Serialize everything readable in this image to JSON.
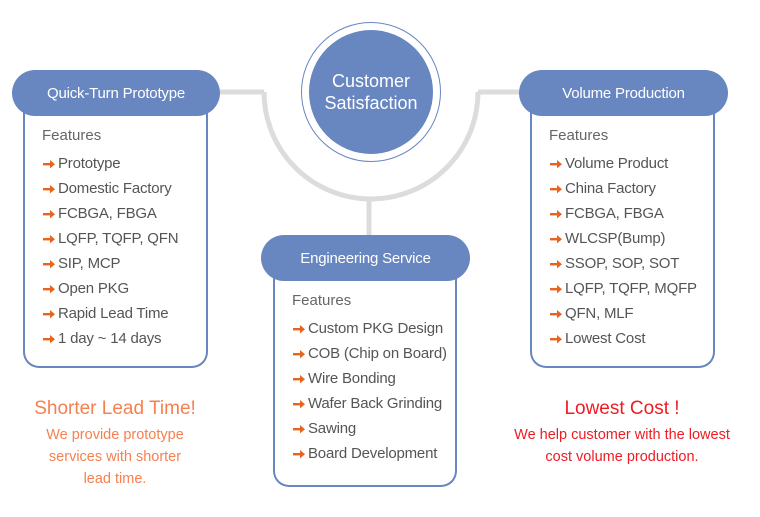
{
  "colors": {
    "accent": "#6886c0",
    "connector": "#dcdcdc",
    "arrow": "#e8641e",
    "feature_text": "#555555",
    "heading_text": "#666666",
    "shorter_lead_time": "#f6804f",
    "lowest_cost": "#ee1c24"
  },
  "center": {
    "line1": "Customer",
    "line2": "Satisfaction"
  },
  "quick_turn": {
    "title": "Quick-Turn Prototype",
    "features_heading": "Features",
    "items": [
      "Prototype",
      "Domestic Factory",
      "FCBGA, FBGA",
      "LQFP, TQFP, QFN",
      "SIP, MCP",
      "Open PKG",
      "Rapid Lead Time",
      "1 day ~ 14 days"
    ],
    "tagline_title": "Shorter Lead Time!",
    "tagline_lines": [
      "We provide prototype",
      "services with shorter",
      "lead time."
    ]
  },
  "engineering": {
    "title": "Engineering Service",
    "features_heading": "Features",
    "items": [
      "Custom PKG Design",
      "COB (Chip on Board)",
      "Wire Bonding",
      "Wafer Back Grinding",
      "Sawing",
      "Board Development"
    ]
  },
  "volume": {
    "title": "Volume Production",
    "features_heading": "Features",
    "items": [
      "Volume Product",
      "China Factory",
      "FCBGA, FBGA",
      "WLCSP(Bump)",
      "SSOP, SOP, SOT",
      "LQFP, TQFP, MQFP",
      "QFN, MLF",
      "Lowest Cost"
    ],
    "tagline_title": "Lowest Cost !",
    "tagline_lines": [
      "We help customer with the lowest",
      "cost volume production."
    ]
  },
  "icons": {
    "bullet": "arrow-right-icon"
  }
}
